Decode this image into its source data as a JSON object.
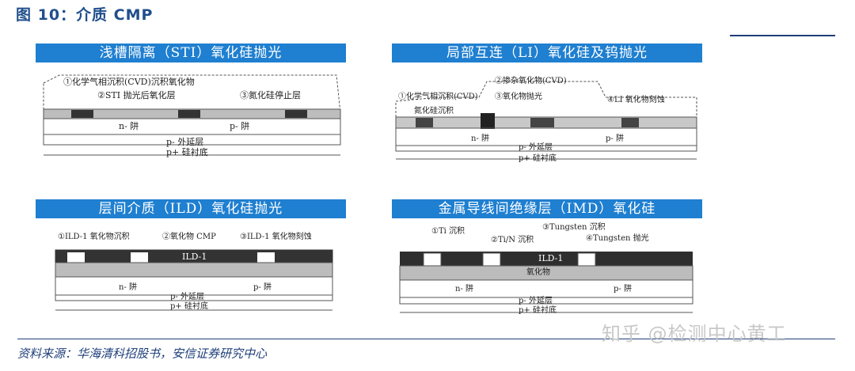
{
  "figure": {
    "title": "图 10：介质 CMP"
  },
  "panels": [
    {
      "header": "浅槽隔离（STI）氧化硅抛光",
      "labels": [
        "①化学气相沉积(CVD)沉积氧化物",
        "②STI 抛光后氧化层",
        "③氮化硅停止层",
        "n- 阱",
        "p- 阱",
        "p- 外延层",
        "p+ 硅衬底"
      ]
    },
    {
      "header": "局部互连（LI）氧化硅及钨抛光",
      "labels": [
        "②掺杂氧化物(CVD)",
        "①化学气相沉积(CVD)",
        "③氧化物抛光",
        "④LI 氧化物刻蚀",
        "氮化硅沉积",
        "n- 阱",
        "p- 阱",
        "p- 外延层",
        "p+ 硅衬底"
      ]
    },
    {
      "header": "层间介质（ILD）氧化硅抛光",
      "labels": [
        "①ILD-1 氧化物沉积",
        "②氧化物 CMP",
        "③ILD-1 氧化物刻蚀",
        "ILD-1",
        "n- 阱",
        "p- 阱",
        "p- 外延层",
        "p+ 硅衬底"
      ]
    },
    {
      "header": "金属导线间绝缘层（IMD）氧化硅",
      "labels": [
        "①Ti 沉积",
        "③Tungsten 沉积",
        "②Ti/N 沉积",
        "④Tungsten 抛光",
        "ILD-1",
        "氧化物",
        "n- 阱",
        "p- 阱",
        "p- 外延层",
        "p+ 硅衬底"
      ]
    }
  ],
  "source": "资料来源：华海清科招股书，安信证券研究中心",
  "watermark": "知乎 @检测中心黄工"
}
